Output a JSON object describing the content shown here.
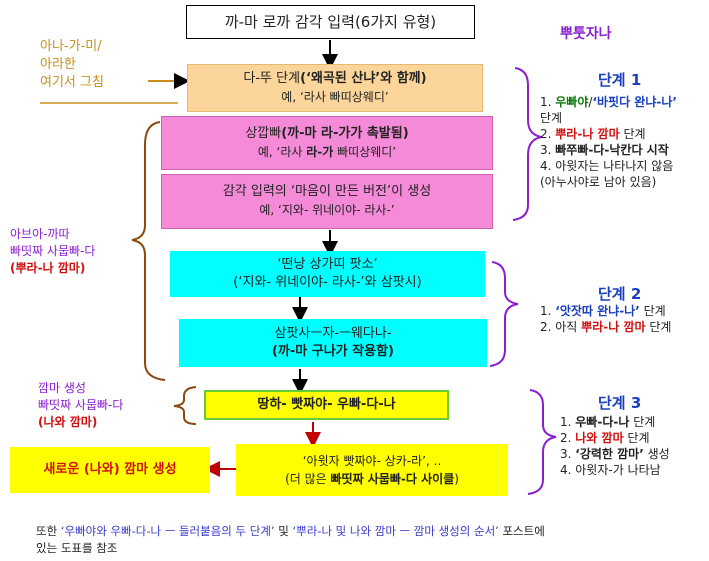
{
  "top_box": "까-마 로까 감각 입력(6가지 유형)",
  "top_right_label": "뿌툿자나",
  "left_note_1": [
    "아나-가-미/",
    "아라한",
    "여기서 그침"
  ],
  "box_danta": {
    "pre": "다-뚜 단계",
    "bold": "(‘왜곡된 산냐’와 함께)",
    "sub": "예, ‘라사 빠띠상웨디’"
  },
  "box_sangappa": {
    "pre": "상깝빠",
    "bold": "(까-마 라-가가 촉발됨)",
    "sub_pre": "예, ‘라사 ",
    "sub_bold": "라-가",
    "sub_post": " 빠띠상웨디’"
  },
  "box_gamgak": {
    "line1": "감각 입력의 ‘마음이 만든 버전’이 생성",
    "sub": "예, ‘지와- 위네이야- 라사-’"
  },
  "box_ttenang": {
    "line1": "‘떤낭 상가띠 팟소’",
    "line2": "(‘지와- 위네이야- 라사-’와 삼팟시)"
  },
  "box_sampassa": {
    "line1": "삼팟사ㅡ자-ㅡ웨다나-",
    "line2": "(까-마 구나가 작용함)"
  },
  "box_tanha": "땅하- 빳짜야- 우빠-다-나",
  "box_awijja": {
    "line1": "‘아윗자 빳짜야- 상카-라’, ..",
    "line2_pre": "(더 많은 ",
    "line2_bold": "빠띳짜 사뭅빠-다 사이클",
    "line2_post": ")"
  },
  "box_new": "새로운 (나와) 깜마 생성",
  "left_note_2": {
    "l1": "아브아-까따",
    "l2": "빠띳짜 사뭅빠-다",
    "l3": "(뿌라-나 깜마)"
  },
  "left_note_3": {
    "l1": "깜마 생성",
    "l2": "빠띳짜 사뭅빠-다",
    "l3": "(나와 깜마)"
  },
  "stage1": {
    "title": "단계 1",
    "items": [
      {
        "num": "1.",
        "parts": [
          {
            "t": "우빠야",
            "c": "green"
          },
          {
            "t": "/",
            "c": ""
          },
          {
            "t": "‘바핏다 완냐-나’",
            "c": "blue"
          }
        ]
      },
      {
        "num": "",
        "parts": [
          {
            "t": "단계",
            "c": ""
          }
        ]
      },
      {
        "num": "2.",
        "parts": [
          {
            "t": "뿌라-나 깜마",
            "c": "red"
          },
          {
            "t": " 단계",
            "c": ""
          }
        ]
      },
      {
        "num": "3.",
        "parts": [
          {
            "t": "빠쭈빠-다-낙칸다 시작",
            "c": "b"
          }
        ]
      },
      {
        "num": "4.",
        "parts": [
          {
            "t": "아윗자는 나타나지 않음",
            "c": ""
          }
        ]
      },
      {
        "num": "",
        "parts": [
          {
            "t": "(아누사야로 남아 있음)",
            "c": ""
          }
        ]
      }
    ]
  },
  "stage2": {
    "title": "단계 2",
    "items": [
      {
        "num": "1.",
        "parts": [
          {
            "t": "‘앗잣따 완냐-나’",
            "c": "blue"
          },
          {
            "t": " 단계",
            "c": ""
          }
        ]
      },
      {
        "num": "2.",
        "parts": [
          {
            "t": "아직 ",
            "c": ""
          },
          {
            "t": "뿌라-나 깜마",
            "c": "red"
          },
          {
            "t": " 단계",
            "c": ""
          }
        ]
      }
    ]
  },
  "stage3": {
    "title": "단계 3",
    "items": [
      {
        "num": "1.",
        "parts": [
          {
            "t": "우빠-다-나",
            "c": "b"
          },
          {
            "t": " 단계",
            "c": ""
          }
        ]
      },
      {
        "num": "2.",
        "parts": [
          {
            "t": "나와 깜마",
            "c": "red"
          },
          {
            "t": " 단계",
            "c": ""
          }
        ]
      },
      {
        "num": "3.",
        "parts": [
          {
            "t": "‘강력한 깜마’",
            "c": "b"
          },
          {
            "t": " 생성",
            "c": ""
          }
        ]
      },
      {
        "num": "4.",
        "parts": [
          {
            "t": "아윗자-가 나타남",
            "c": ""
          }
        ]
      }
    ]
  },
  "footer": {
    "l1_pre": "또한 ",
    "l1_link1": "‘우빠야와 우빠-다-나 ㅡ 들러붙음의 두 단계’",
    "l1_mid": " 및 ",
    "l1_link2": "‘뿌라-나 및 나와 깜마 ㅡ 깜마 생성의 순서’",
    "l1_post": " 포스트에",
    "l2": "있는 도표를 참조"
  },
  "colors": {
    "orange_box": "#fbd59a",
    "pink_box": "#f58bd8",
    "cyan_box": "#00ffff",
    "yellow_box": "#ffff00",
    "purple": "#8a1fd1",
    "gold": "#c8901a",
    "link_blue": "#3a3ac8"
  }
}
